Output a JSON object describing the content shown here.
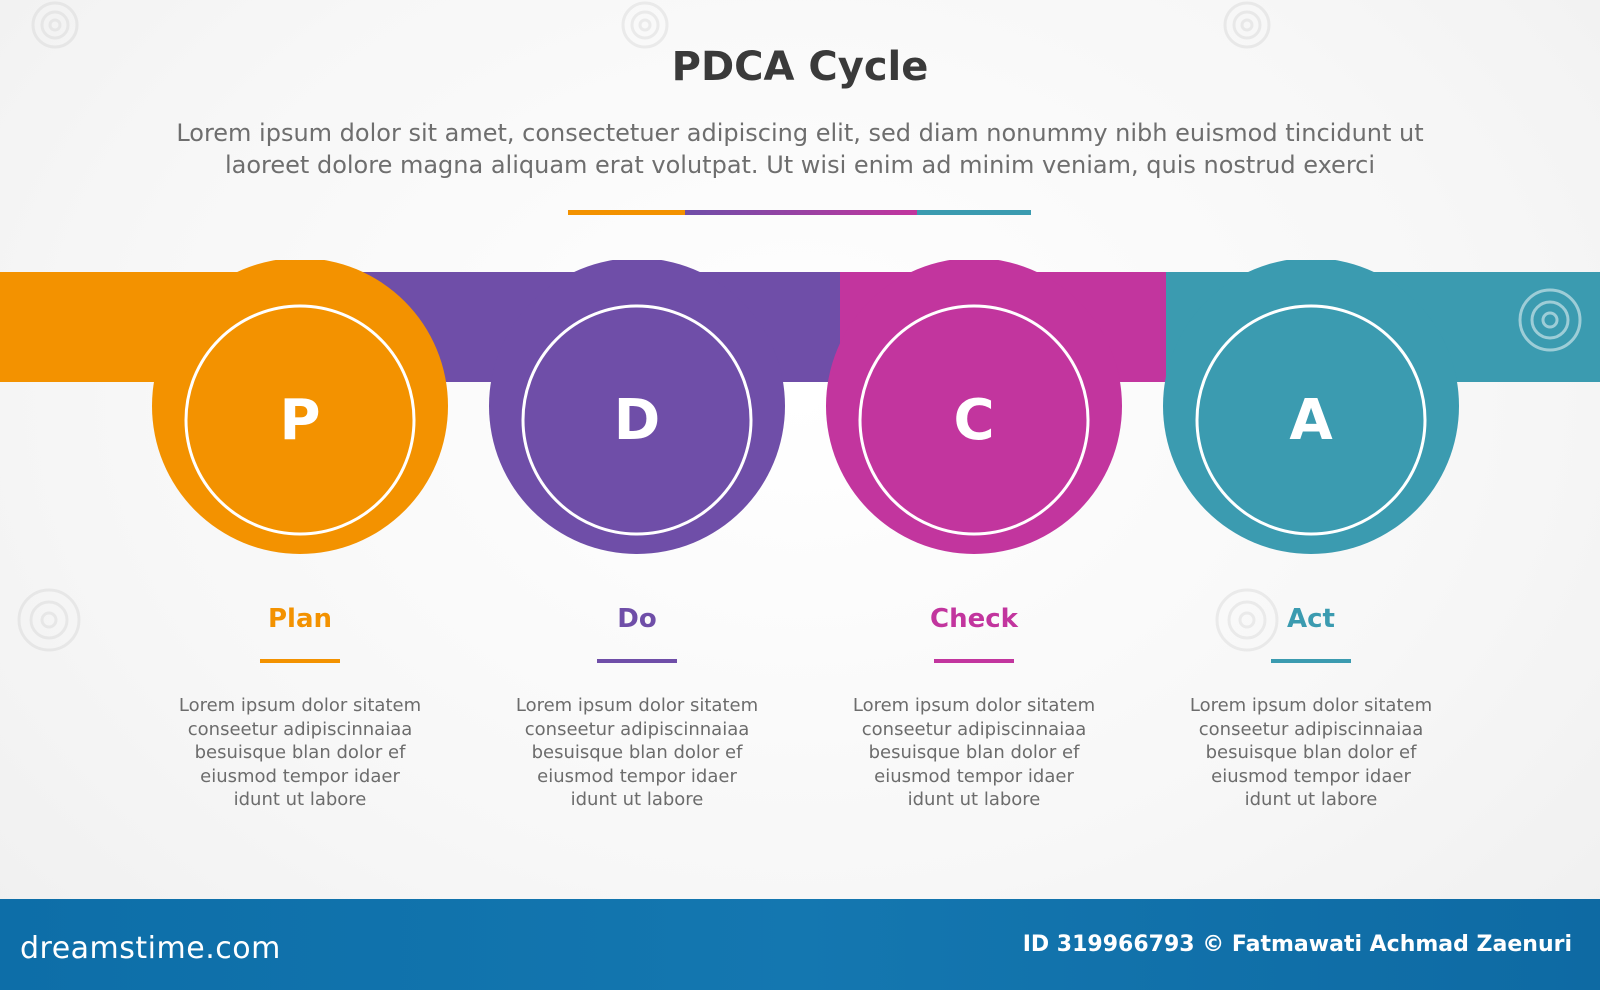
{
  "title": "PDCA Cycle",
  "subtitle_line1": "Lorem ipsum dolor sit amet, consectetuer adipiscing elit, sed diam nonummy nibh euismod tincidunt ut",
  "subtitle_line2": "laoreet dolore magna aliquam erat volutpat. Ut wisi enim ad minim veniam, quis nostrud exerci",
  "colors": {
    "plan": "#f39200",
    "do": "#6f4ea8",
    "check": "#c2359e",
    "act": "#3b9bb0",
    "footer": "#1173ad"
  },
  "stages": [
    {
      "letter": "P",
      "label": "Plan",
      "color": "#f39200",
      "desc": [
        "Lorem ipsum dolor sitatem",
        "conseetur adipiscinnaiaa",
        "besuisque blan dolor ef",
        "eiusmod tempor idaer",
        "idunt ut labore"
      ]
    },
    {
      "letter": "D",
      "label": "Do",
      "color": "#6f4ea8",
      "desc": [
        "Lorem ipsum dolor sitatem",
        "conseetur adipiscinnaiaa",
        "besuisque blan dolor ef",
        "eiusmod tempor idaer",
        "idunt ut labore"
      ]
    },
    {
      "letter": "C",
      "label": "Check",
      "color": "#c2359e",
      "desc": [
        "Lorem ipsum dolor sitatem",
        "conseetur adipiscinnaiaa",
        "besuisque blan dolor ef",
        "eiusmod tempor idaer",
        "idunt ut labore"
      ]
    },
    {
      "letter": "A",
      "label": "Act",
      "color": "#3b9bb0",
      "desc": [
        "Lorem ipsum dolor sitatem",
        "conseetur adipiscinnaiaa",
        "besuisque blan dolor ef",
        "eiusmod tempor idaer",
        "idunt ut labore"
      ]
    }
  ],
  "footer": {
    "logo": "dreamstime.com",
    "credit": "ID 319966793 © Fatmawati  Achmad Zaenuri"
  },
  "watermark": "dreamstime"
}
